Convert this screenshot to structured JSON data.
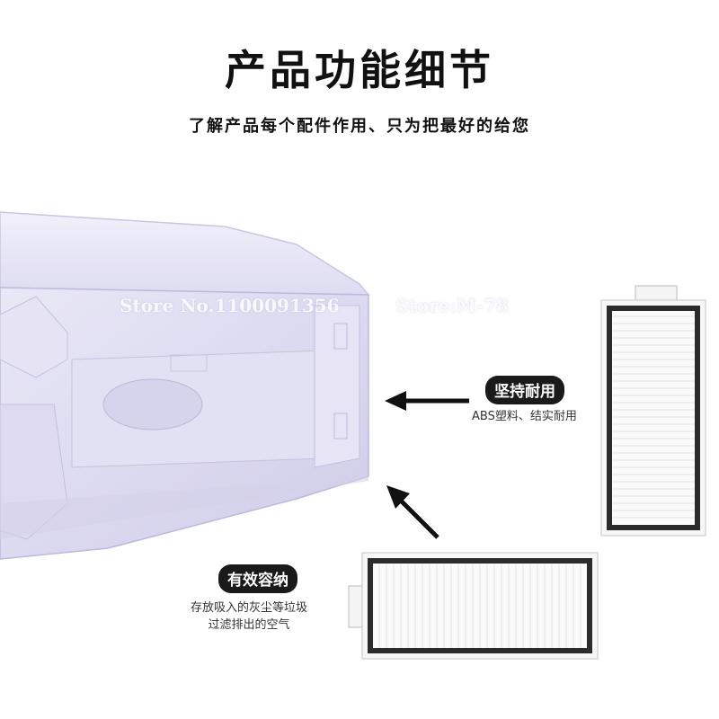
{
  "header": {
    "title": "产品功能细节",
    "subtitle": "了解产品每个配件作用、只为把最好的给您"
  },
  "watermarks": [
    "Store No.1100091356",
    "Store:M-78"
  ],
  "features": {
    "durable": {
      "badge": "坚持耐用",
      "caption": "ABS塑料、结实耐用"
    },
    "capacity": {
      "badge": "有效容纳",
      "caption_line1": "存放吸入的灰尘等垃圾",
      "caption_line2": "过滤排出的空气"
    }
  }
}
